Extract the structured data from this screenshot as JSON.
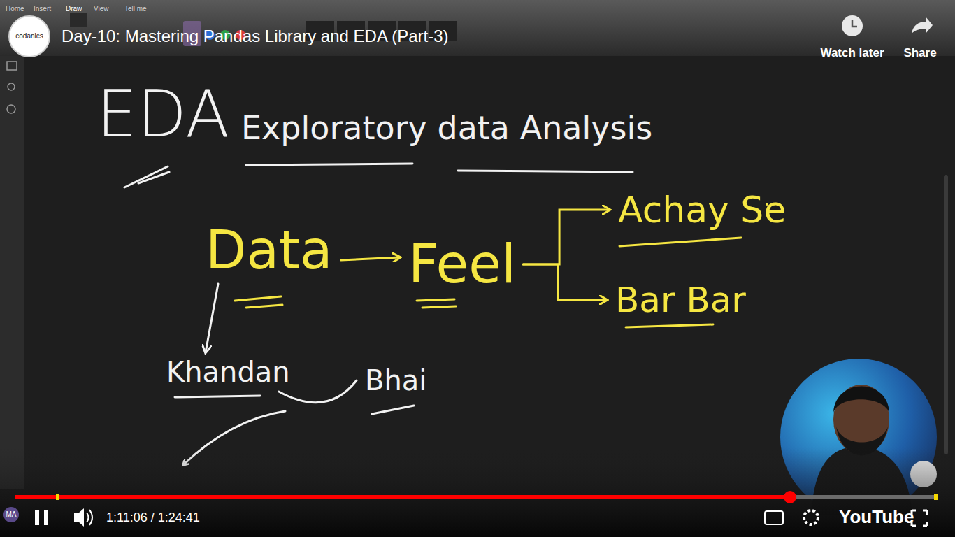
{
  "diagram": {
    "title": "Day-10: Mastering Pandas Library and EDA (Part-3)",
    "nodes": [
      {
        "text": [
          "Data"
        ]
      },
      {
        "text": [
          "Feel"
        ]
      },
      {
        "text": [
          "Achay Se"
        ]
      },
      {
        "text": [
          "Bar Bar"
        ]
      },
      {
        "text": [
          "Khandan"
        ]
      },
      {
        "text": [
          "Bhai"
        ]
      }
    ],
    "edges": [
      {
        "from": 0,
        "to": 1,
        "arrow": "to"
      },
      {
        "from": 1,
        "to": 2,
        "arrow": "to"
      },
      {
        "from": 1,
        "to": 3,
        "arrow": "to"
      },
      {
        "from": 0,
        "to": 4,
        "arrow": "to"
      },
      {
        "from": 4,
        "to": 5,
        "arrow": "none"
      }
    ],
    "labels": [
      "Home",
      "Insert",
      "Draw",
      "View",
      "Tell me",
      "EDA",
      "Exploratory data Analysis",
      "codanics",
      "Watch later",
      "Share",
      "1:11:06 / 1:24:41",
      "YouTube",
      "MA"
    ]
  }
}
